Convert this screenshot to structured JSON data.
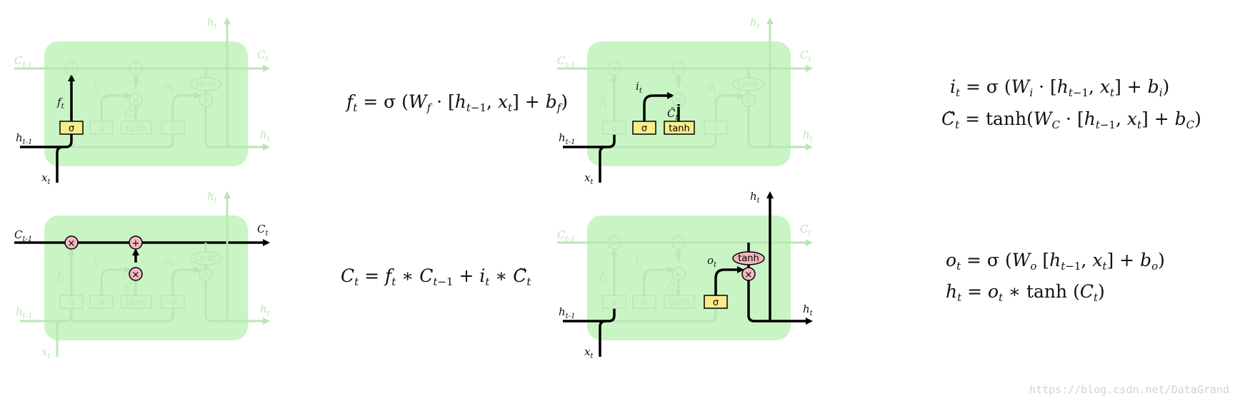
{
  "figure": {
    "panels": [
      {
        "id": "forget-gate",
        "highlight": [
          "sigma-f",
          "h-in",
          "x-in",
          "f-arrow"
        ],
        "labels": {
          "c_prev": "C_{t-1}",
          "c_next": "C_t",
          "h_top": "h_t",
          "h_out": "h_t",
          "h_in": "h_{t-1}",
          "x_in": "x_t",
          "f": "f_t",
          "i": "i_t",
          "o": "o_t",
          "c_tilde": "C̃_t"
        },
        "gates": {
          "sigma": "σ",
          "tanh": "tanh",
          "mult": "×",
          "add": "+"
        }
      },
      {
        "id": "input-gate",
        "highlight": [
          "sigma-i",
          "tanh-c",
          "h-in",
          "x-in",
          "i-arrow"
        ],
        "labels": {
          "c_prev": "C_{t-1}",
          "c_next": "C_t",
          "h_top": "h_t",
          "h_out": "h_t",
          "h_in": "h_{t-1}",
          "x_in": "x_t",
          "f": "f_t",
          "i": "i_t",
          "o": "o_t",
          "c_tilde": "C̃_t"
        },
        "gates": {
          "sigma": "σ",
          "tanh": "tanh",
          "mult": "×",
          "add": "+"
        }
      },
      {
        "id": "cell-update",
        "highlight": [
          "cell-line",
          "mult-f",
          "add",
          "mult-i"
        ],
        "labels": {
          "c_prev": "C_{t-1}",
          "c_next": "C_t",
          "h_top": "h_t",
          "h_out": "h_t",
          "h_in": "h_{t-1}",
          "x_in": "x_t",
          "f": "f_t",
          "i": "i_t",
          "o": "o_t",
          "c_tilde": "C̃_t"
        },
        "gates": {
          "sigma": "σ",
          "tanh": "tanh",
          "mult": "×",
          "add": "+"
        }
      },
      {
        "id": "output-gate",
        "highlight": [
          "sigma-o",
          "tanh-out",
          "mult-o",
          "h-in",
          "x-in",
          "h-out"
        ],
        "labels": {
          "c_prev": "C_{t-1}",
          "c_next": "C_t",
          "h_top": "h_t",
          "h_out": "h_t",
          "h_in": "h_{t-1}",
          "x_in": "x_t",
          "f": "f_t",
          "i": "i_t",
          "o": "o_t",
          "c_tilde": "C̃_t"
        },
        "gates": {
          "sigma": "σ",
          "tanh": "tanh",
          "mult": "×",
          "add": "+"
        }
      }
    ],
    "equations": {
      "forget": "f_t = σ (W_f · [h_{t−1}, x_t] + b_f)",
      "input_i": "i_t = σ (W_i · [h_{t−1}, x_t] + b_i)",
      "input_c": "C̃_t = tanh(W_C · [h_{t−1}, x_t] + b_C)",
      "cell": "C_t = f_t ∗ C_{t−1} + i_t ∗ C̃_t",
      "output_o": "o_t = σ (W_o [h_{t−1}, x_t] + b_o)",
      "output_h": "h_t = o_t ∗ tanh (C_t)"
    },
    "watermark": "https://blog.csdn.net/DataGrand",
    "colors": {
      "cell_bg": "#c9f5c4",
      "faded": "#b9e6b3",
      "active": "#000000",
      "gate_fill": "#f9ec8b",
      "pointwise_fill": "#f4b6bf"
    }
  }
}
